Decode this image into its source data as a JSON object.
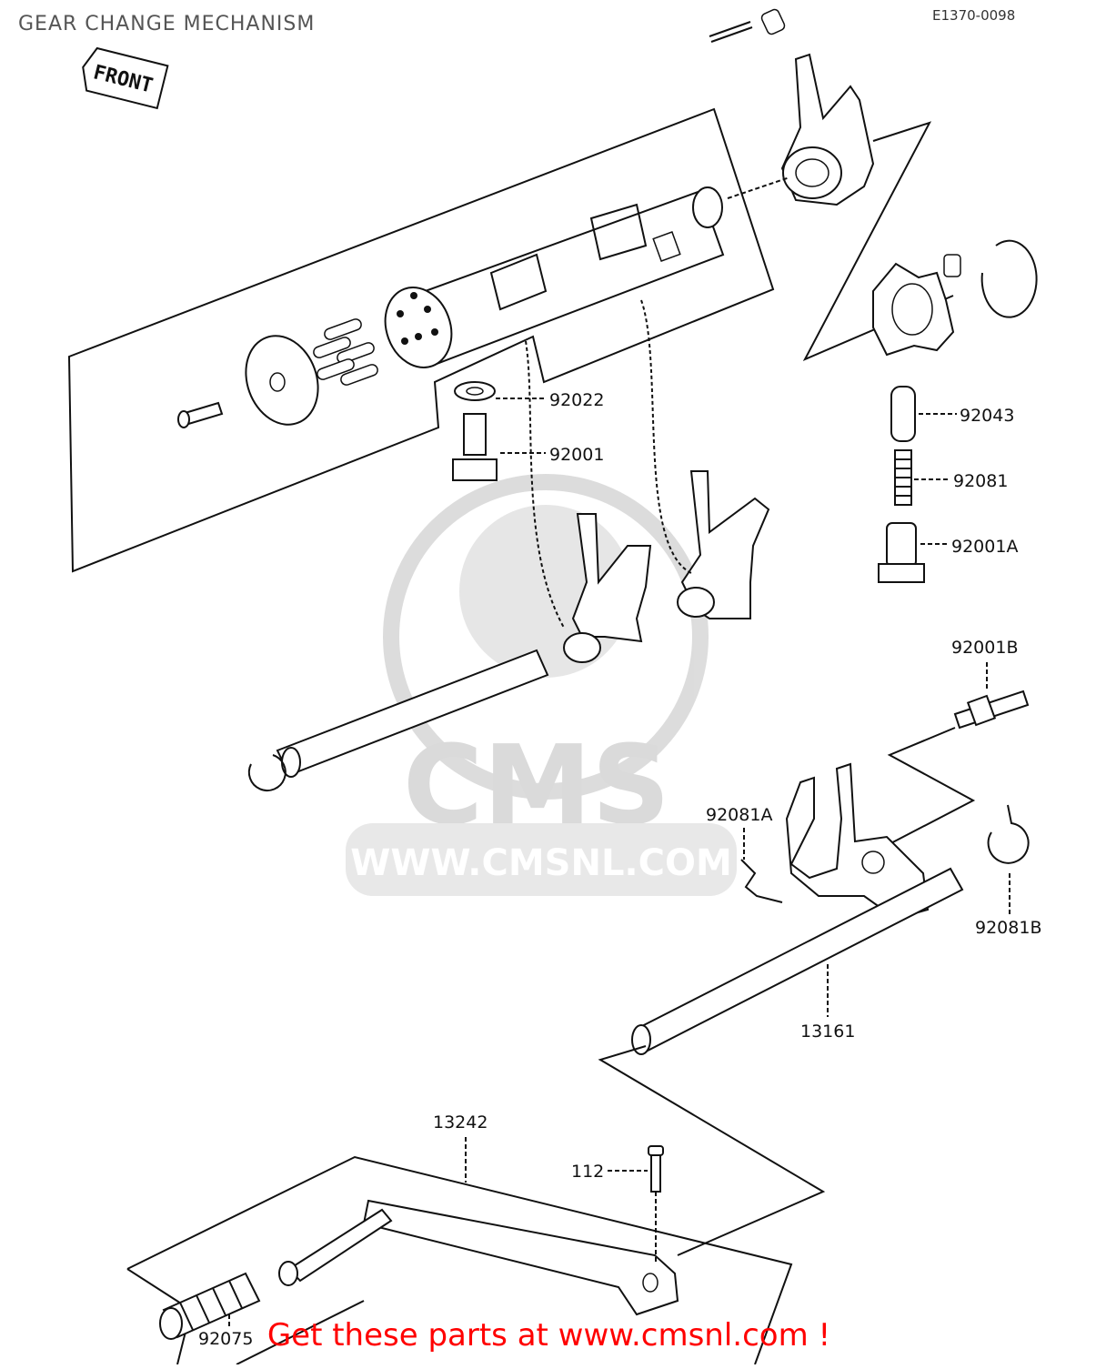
{
  "header": {
    "title": "GEAR CHANGE MECHANISM",
    "diagram_code": "E1370-0098"
  },
  "orientation_tag": "FRONT",
  "watermark": {
    "logo": "CMS",
    "url": "WWW.CMSNL.COM"
  },
  "callouts": {
    "c92022": "92022",
    "c92001": "92001",
    "c92043": "92043",
    "c92081": "92081",
    "c92001A": "92001A",
    "c92001B": "92001B",
    "c92081A": "92081A",
    "c92081B": "92081B",
    "c13161": "13161",
    "c13242": "13242",
    "c112": "112",
    "c92075": "92075"
  },
  "footer": {
    "promo": "Get these parts at www.cmsnl.com !"
  }
}
